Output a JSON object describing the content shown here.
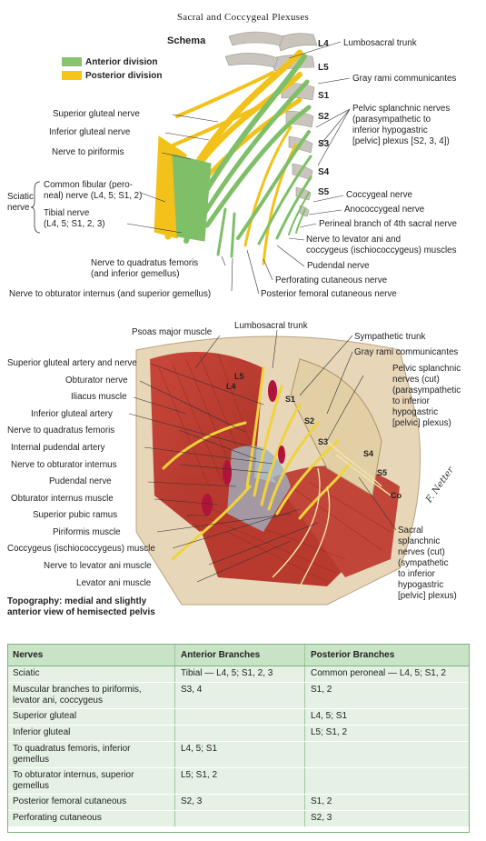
{
  "title": "Sacral and Coccygeal Plexuses",
  "schema_label": "Schema",
  "legend": [
    {
      "label": "Anterior division",
      "color": "#86c46e"
    },
    {
      "label": "Posterior division",
      "color": "#f5c518"
    }
  ],
  "schema_levels": [
    "L4",
    "L5",
    "S1",
    "S2",
    "S3",
    "S4",
    "S5"
  ],
  "schema_right_labels": {
    "lumbosacral_trunk": "Lumbosacral trunk",
    "gray_rami": "Gray rami communicantes",
    "pelvic_splanchnic": [
      "Pelvic splanchnic nerves",
      "(parasympathetic to",
      "inferior hypogastric",
      "[pelvic] plexus [S2, 3, 4])"
    ],
    "coccygeal": "Coccygeal nerve",
    "anococcygeal": "Anococcygeal nerve",
    "perineal_branch": "Perineal branch of 4th sacral nerve",
    "levator_ani": [
      "Nerve to levator ani and",
      "coccygeus (ischiococcygeus) muscles"
    ],
    "pudendal": "Pudendal nerve",
    "perforating_cutaneous": "Perforating cutaneous nerve",
    "posterior_femoral": "Posterior femoral cutaneous nerve"
  },
  "schema_left_labels": {
    "superior_gluteal": "Superior gluteal nerve",
    "inferior_gluteal": "Inferior gluteal nerve",
    "piriformis": "Nerve to piriformis",
    "sciatic": [
      "Sciatic",
      "nerve"
    ],
    "common_fibular": [
      "Common fibular (pero-",
      "neal) nerve (L4, 5; S1, 2)"
    ],
    "tibial": [
      "Tibial nerve",
      "(L4, 5; S1, 2, 3)"
    ],
    "quadratus": [
      "Nerve to quadratus femoris",
      "(and inferior gemellus)"
    ],
    "obturator_internus": "Nerve to obturator internus (and superior gemellus)"
  },
  "topo_left_labels": [
    "Psoas major muscle",
    "Superior gluteal artery and nerve",
    "Obturator nerve",
    "Iliacus muscle",
    "Inferior gluteal artery",
    "Nerve to quadratus femoris",
    "Internal pudendal artery",
    "Nerve to obturator internus",
    "Pudendal nerve",
    "Obturator internus muscle",
    "Superior pubic ramus",
    "Piriformis muscle",
    "Coccygeus (ischiococcygeus) muscle",
    "Nerve to levator ani muscle",
    "Levator ani muscle"
  ],
  "topo_top_labels": {
    "lumbosacral": "Lumbosacral trunk",
    "sympathetic": "Sympathetic trunk",
    "gray_rami": "Gray rami communicantes"
  },
  "topo_right_labels": {
    "pelvic_splanchnic": [
      "Pelvic splanchnic",
      "nerves (cut)",
      "(parasympathetic",
      "to inferior",
      "hypogastric",
      "[pelvic] plexus)"
    ],
    "sacral_splanchnic": [
      "Sacral",
      "splanchnic",
      "nerves (cut)",
      "(sympathetic",
      "to inferior",
      "hypogastric",
      "[pelvic] plexus)"
    ]
  },
  "topo_levels": [
    "L5",
    "L4",
    "S1",
    "S2",
    "S3",
    "S4",
    "S5",
    "Co"
  ],
  "topo_caption": [
    "Topography: medial and slightly",
    "anterior view of hemisected pelvis"
  ],
  "signature": "F. Netter",
  "table": {
    "headers": [
      "Nerves",
      "Anterior Branches",
      "Posterior Branches"
    ],
    "rows": [
      {
        "nerve": "Sciatic",
        "anterior": "Tibial — L4, 5; S1, 2, 3",
        "posterior": "Common peroneal — L4, 5; S1, 2"
      },
      {
        "nerve": "Muscular branches to piriformis, levator ani, coccygeus",
        "anterior": "S3, 4",
        "posterior": "S1, 2"
      },
      {
        "nerve": "Superior gluteal",
        "anterior": "",
        "posterior": "L4, 5; S1"
      },
      {
        "nerve": "Inferior gluteal",
        "anterior": "",
        "posterior": "L5; S1, 2"
      },
      {
        "nerve": "To quadratus femoris, inferior gemellus",
        "anterior": "L4, 5; S1",
        "posterior": ""
      },
      {
        "nerve": "To obturator internus, superior gemellus",
        "anterior": "L5; S1, 2",
        "posterior": ""
      },
      {
        "nerve": "Posterior femoral cutaneous",
        "anterior": "S2, 3",
        "posterior": "S1, 2"
      },
      {
        "nerve": "Perforating cutaneous",
        "anterior": "",
        "posterior": "S2, 3"
      }
    ]
  }
}
